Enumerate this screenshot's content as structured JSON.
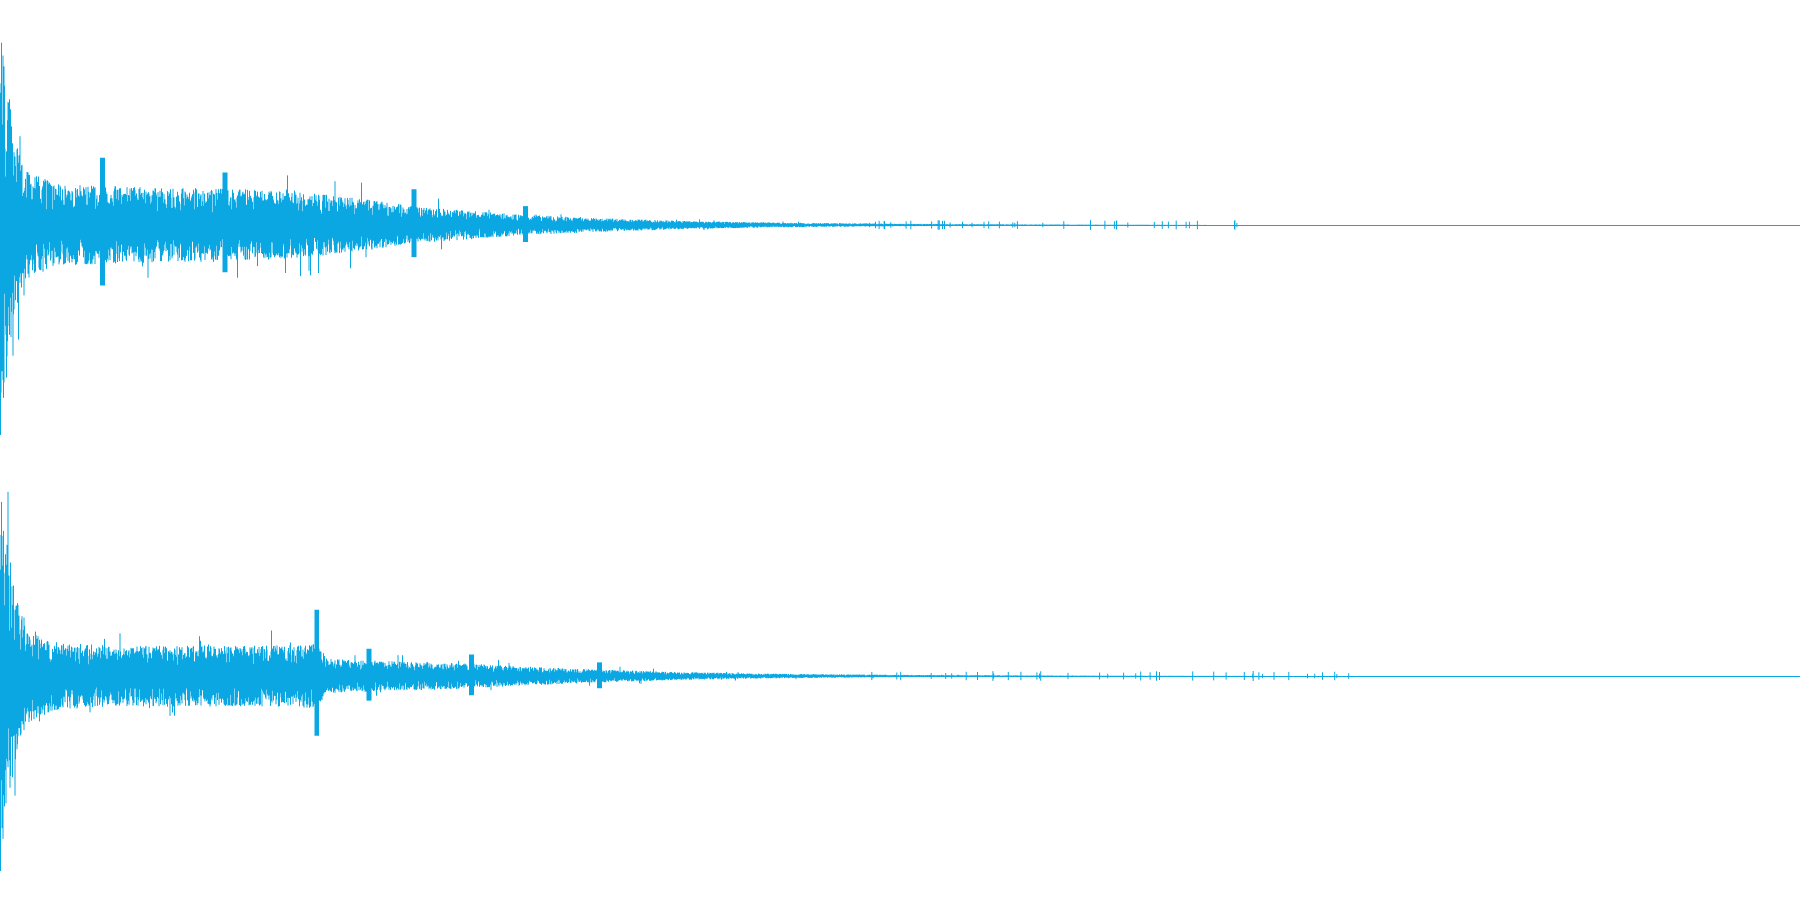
{
  "waveform": {
    "color": "#0aa7e3",
    "background": "#ffffff",
    "channels": [
      {
        "name": "channel-1",
        "peak": 0.98,
        "envelope": [
          [
            0.0,
            1.0
          ],
          [
            0.004,
            0.72
          ],
          [
            0.008,
            0.42
          ],
          [
            0.015,
            0.27
          ],
          [
            0.03,
            0.2
          ],
          [
            0.06,
            0.19
          ],
          [
            0.09,
            0.18
          ],
          [
            0.12,
            0.18
          ],
          [
            0.15,
            0.17
          ],
          [
            0.18,
            0.15
          ],
          [
            0.2,
            0.13
          ],
          [
            0.23,
            0.09
          ],
          [
            0.26,
            0.07
          ],
          [
            0.29,
            0.05
          ],
          [
            0.33,
            0.035
          ],
          [
            0.38,
            0.02
          ],
          [
            0.43,
            0.012
          ],
          [
            0.5,
            0.006
          ],
          [
            0.57,
            0.003
          ],
          [
            0.64,
            0.001
          ],
          [
            0.68,
            0.0
          ],
          [
            1.0,
            0.0
          ]
        ],
        "transients": [
          {
            "t": 0.057,
            "a": 0.32
          },
          {
            "t": 0.125,
            "a": 0.25
          },
          {
            "t": 0.23,
            "a": 0.17
          },
          {
            "t": 0.292,
            "a": 0.09
          }
        ]
      },
      {
        "name": "channel-2",
        "peak": 0.98,
        "envelope": [
          [
            0.0,
            0.98
          ],
          [
            0.004,
            0.7
          ],
          [
            0.008,
            0.47
          ],
          [
            0.015,
            0.26
          ],
          [
            0.03,
            0.18
          ],
          [
            0.06,
            0.16
          ],
          [
            0.09,
            0.16
          ],
          [
            0.12,
            0.16
          ],
          [
            0.15,
            0.16
          ],
          [
            0.176,
            0.17
          ],
          [
            0.182,
            0.09
          ],
          [
            0.21,
            0.08
          ],
          [
            0.25,
            0.07
          ],
          [
            0.29,
            0.05
          ],
          [
            0.33,
            0.035
          ],
          [
            0.38,
            0.02
          ],
          [
            0.43,
            0.012
          ],
          [
            0.5,
            0.006
          ],
          [
            0.57,
            0.003
          ],
          [
            0.64,
            0.001
          ],
          [
            0.73,
            0.0
          ],
          [
            1.0,
            0.0
          ]
        ],
        "transients": [
          {
            "t": 0.176,
            "a": 0.34
          },
          {
            "t": 0.205,
            "a": 0.14
          },
          {
            "t": 0.262,
            "a": 0.11
          },
          {
            "t": 0.333,
            "a": 0.07
          }
        ]
      }
    ]
  }
}
